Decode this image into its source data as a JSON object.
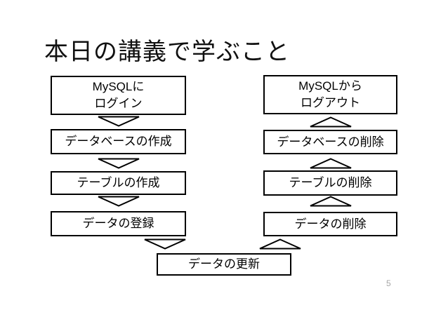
{
  "slide": {
    "title": "本日の講義で学ぶこと",
    "page_number": "5",
    "colors": {
      "background": "#ffffff",
      "box_border": "#000000",
      "box_fill": "#ffffff",
      "text": "#000000",
      "page_number": "#a6a6a6"
    },
    "icons": {
      "down_arrow": "triangle-down-outline",
      "up_arrow": "triangle-up-outline"
    },
    "left_flow": {
      "box1_line1": "MySQLに",
      "box1_line2": "ログイン",
      "box2": "データベースの作成",
      "box3": "テーブルの作成",
      "box4": "データの登録"
    },
    "right_flow": {
      "box1_line1": "MySQLから",
      "box1_line2": "ログアウト",
      "box2": "データベースの削除",
      "box3": "テーブルの削除",
      "box4": "データの削除"
    },
    "center_flow": {
      "box": "データの更新"
    }
  }
}
